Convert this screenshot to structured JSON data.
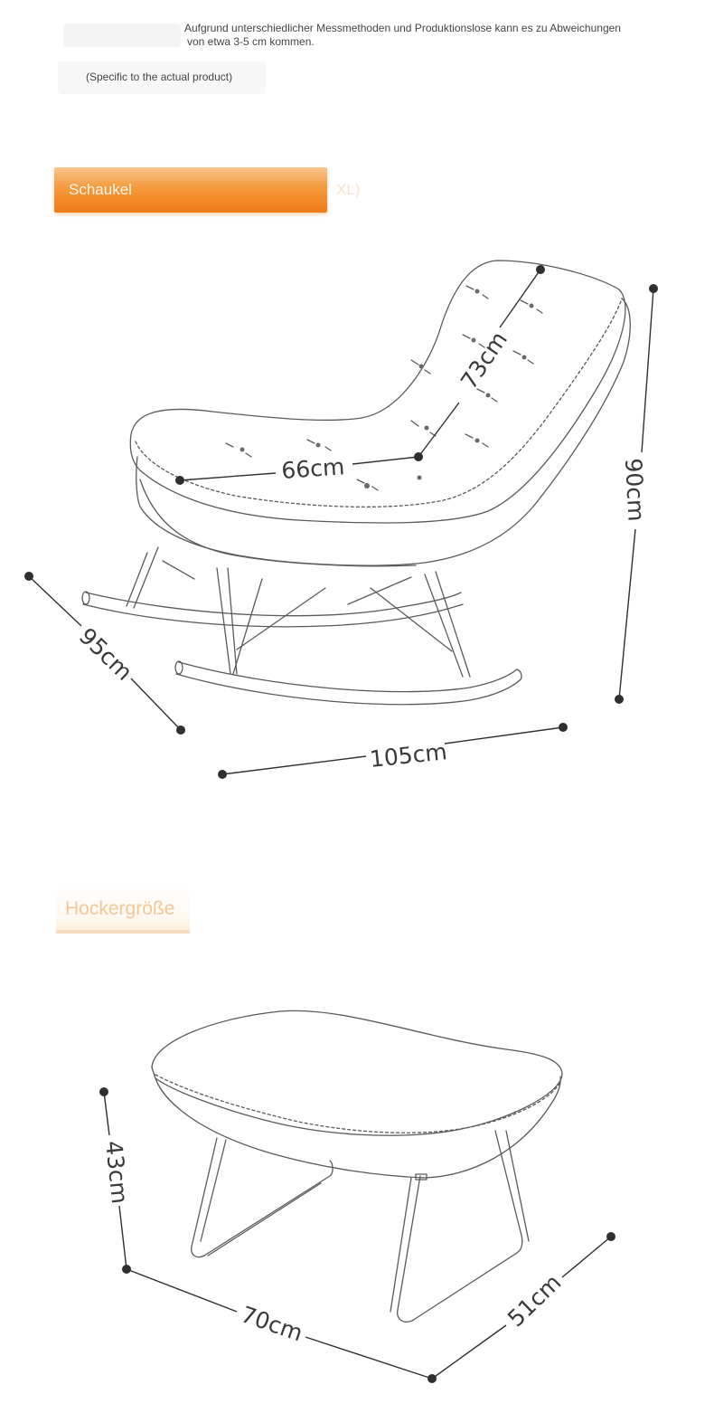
{
  "header": {
    "note_line1": "Aufgrund unterschiedlicher Messmethoden und Produktionslose kann es zu Abweichungen",
    "note_line2": "von etwa 3-5 cm kommen.",
    "specific": "(Specific to the actual product)"
  },
  "sections": {
    "chair_title": "Schaukel",
    "chair_title_tail": "XL)",
    "stool_title": "Hockergröße"
  },
  "chair_dimensions": {
    "seat_width": "66cm",
    "back_height": "73cm",
    "total_height": "90cm",
    "depth": "95cm",
    "length": "105cm"
  },
  "stool_dimensions": {
    "height": "43cm",
    "width": "70cm",
    "depth": "51cm"
  },
  "colors": {
    "accent_orange": "#ef7a1a",
    "accent_light": "#f3c799",
    "line": "#333333"
  }
}
